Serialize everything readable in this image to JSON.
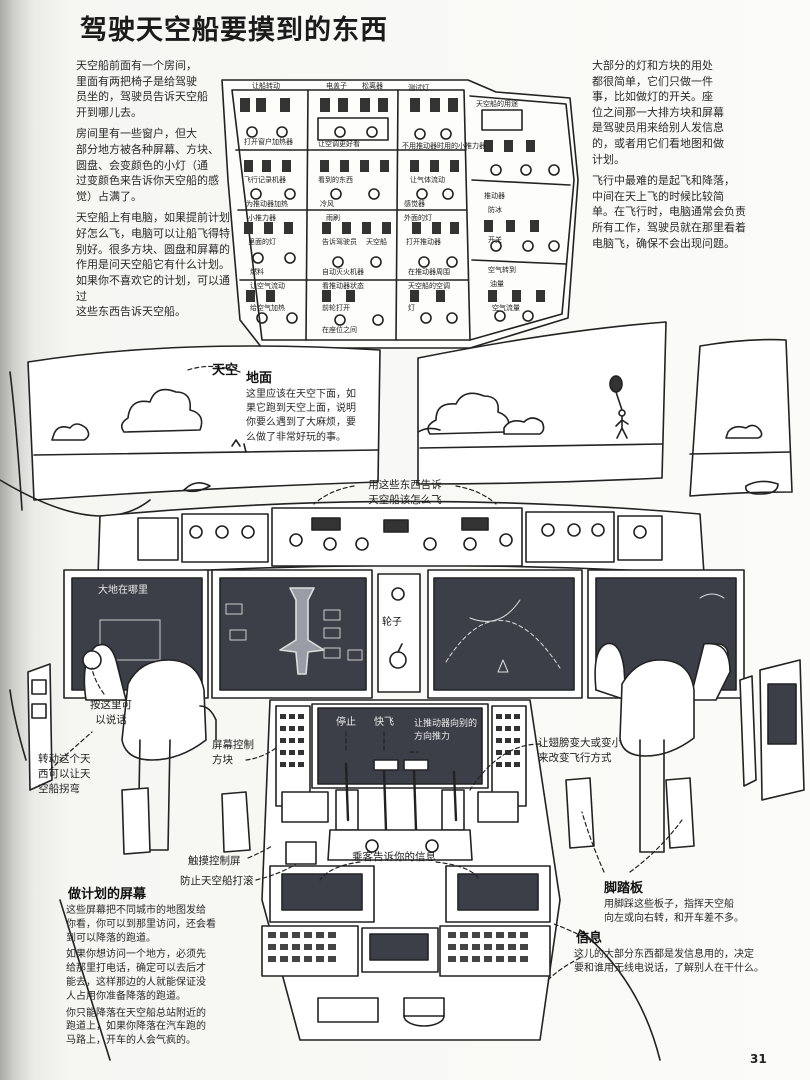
{
  "title": "驾驶天空船要摸到的东西",
  "intro": [
    "天空船前面有一个房间，",
    "里面有两把椅子是给驾驶",
    "员坐的，驾驶员告诉天空船",
    "开到哪儿去。",
    "房间里有一些窗户，但大",
    "部分地方被各种屏幕、方块、",
    "圆盘、会变颜色的小灯（通",
    "过变颜色来告诉你天空船的感",
    "觉）占满了。",
    "天空船上有电脑，如果提前计划",
    "好怎么飞，电脑可以让船飞得特",
    "别好。很多方块、圆盘和屏幕的",
    "作用是问天空船它有什么计划。",
    "如果你不喜欢它的计划，可以通过",
    "这些东西告诉天空船。"
  ],
  "right_top": [
    "大部分的灯和方块的用处",
    "都很简单，它们只做一件",
    "事，比如做灯的开关。座",
    "位之间那一大排方块和屏幕",
    "是驾驶员用来给别人发信息",
    "的，或者用它们看地图和做",
    "计划。",
    "飞行中最难的是起飞和降落，",
    "中间在天上飞的时候比较简",
    "单。在飞行时，电脑通常会负责",
    "所有工作，驾驶员就在那里看着",
    "电脑飞，确保不会出现问题。"
  ],
  "labels": {
    "sky": "天空",
    "ground_head": "地面",
    "ground_text": [
      "这里应该在天空下面，如",
      "果它跑到天空上面，说明",
      "你要么遇到了大麻烦，要",
      "么做了非常好玩的事。"
    ],
    "tell_ship": [
      "用这些东西告诉",
      "天空船该怎么飞"
    ],
    "press": [
      "按这里可",
      "以说话"
    ],
    "turn": [
      "转动这个天",
      "西可以让天",
      "空船拐弯"
    ],
    "screen_ctrl": [
      "屏幕控制",
      "方块"
    ],
    "touch_ctrl": "触摸控制屏",
    "anti_roll": "防止天空船打滚",
    "wing": [
      "让翅膀变大或变小",
      "来改变飞行方式"
    ],
    "crew_info": "乘客告诉你的信息",
    "wheels": "轮子",
    "plan_head": "做计划的屏幕",
    "plan_text": [
      "这些屏幕把不同城市的地图发给",
      "你看，你可以到那里访问，还会看",
      "到可以降落的跑道。",
      "如果你想访问一个地方，必须先",
      "给那里打电话，确定可以去后才",
      "能去，这样那边的人就能保证没",
      "人占用你准备降落的跑道。",
      "你只能降落在天空船总站附近的",
      "跑道上，如果你降落在汽车跑的",
      "马路上，开车的人会气疯的。"
    ],
    "pedal_head": "脚踏板",
    "pedal_text": [
      "用脚踩这些板子，指挥天空船",
      "向左或向右转，和开车差不多。"
    ],
    "info_head": "信息",
    "info_text": [
      "这儿的大部分东西都是发信息用的，决定",
      "要和谁用无线电说话，了解别人在干什么。"
    ],
    "screen_left": "大地在哪里",
    "throttle": [
      "停止",
      "快飞",
      "让推动器向别的",
      "方向推力"
    ]
  },
  "panel_labels": [
    "让船转动",
    "电盖子",
    "松离器",
    "测试灯",
    "天空船的用途",
    "打开窗户加热器",
    "让空调更好看",
    "不用推动器时用的小推力器",
    "飞行记录机器",
    "看到的东西",
    "让气体流动",
    "推动器",
    "为推动器加热",
    "冷风",
    "感觉器",
    "防冰",
    "小推力器",
    "雨刷",
    "外面的灯",
    "里面的灯",
    "告诉驾驶员",
    "天空船",
    "打开推动器",
    "开关",
    "燃料",
    "自动灭火机器",
    "在推动器周围",
    "空气转到",
    "让空气流动",
    "看推动器状态",
    "天空船的空调",
    "油量",
    "给空气加热",
    "前轮打开",
    "灯",
    "空气流量",
    "在座位之间"
  ],
  "page_number": "31"
}
